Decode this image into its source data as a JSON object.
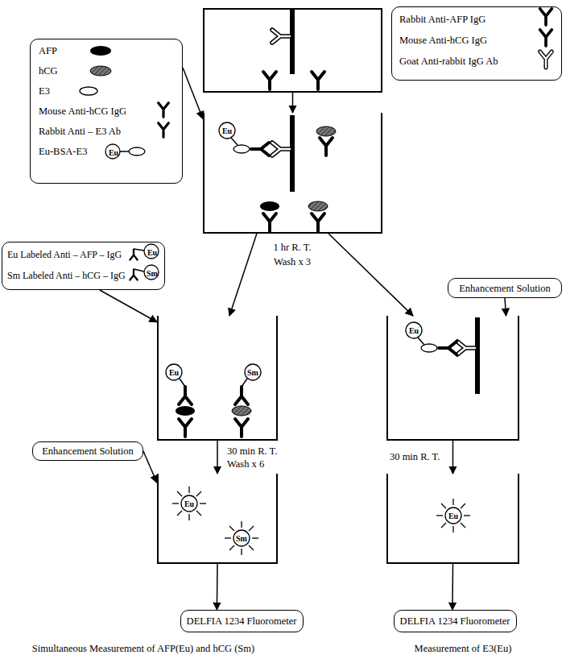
{
  "diagram": {
    "nodes": [
      {
        "text": []
      },
      {
        "text": [
          "Rabbit Anti-AFP IgG",
          "Mouse Anti-hCG IgG",
          "Goat Anti-rabbit IgG Ab"
        ]
      },
      {
        "text": [
          "AFP",
          "hCG",
          "E3",
          "Mouse Anti-hCG IgG",
          "Rabbit Anti – E3 Ab",
          "Eu-BSA-E3",
          "Eu"
        ]
      },
      {
        "text": [
          "Eu"
        ]
      },
      {
        "text": [
          "Eu Labeled Anti – AFP – IgG",
          "Eu",
          "Sm Labeled Anti – hCG – IgG",
          "Sm"
        ]
      },
      {
        "text": [
          "Enhancement Solution"
        ]
      },
      {
        "text": [
          "Eu",
          "Sm"
        ]
      },
      {
        "text": [
          "Eu"
        ]
      },
      {
        "text": [
          "Enhancement Solution"
        ]
      },
      {
        "text": [
          "Eu",
          "Sm"
        ]
      },
      {
        "text": [
          "Eu"
        ]
      },
      {
        "text": [
          "DELFIA 1234 Fluorometer"
        ]
      },
      {
        "text": [
          "DELFIA 1234 Fluorometer"
        ]
      }
    ],
    "edges": [
      {
        "from": 0,
        "to": 3,
        "arrow": "to"
      },
      {
        "from": 2,
        "to": 3,
        "arrow": "to"
      },
      {
        "from": 3,
        "to": 6,
        "arrow": "to"
      },
      {
        "from": 3,
        "to": 7,
        "arrow": "to"
      },
      {
        "from": 4,
        "to": 6,
        "arrow": "to"
      },
      {
        "from": 5,
        "to": 7,
        "arrow": "to"
      },
      {
        "from": 6,
        "to": 9,
        "arrow": "to"
      },
      {
        "from": 8,
        "to": 9,
        "arrow": "to"
      },
      {
        "from": 7,
        "to": 10,
        "arrow": "to"
      },
      {
        "from": 9,
        "to": 11,
        "arrow": "to"
      },
      {
        "from": 10,
        "to": 12,
        "arrow": "to"
      }
    ],
    "labels": [
      "1 hr R. T.",
      "Wash x 3",
      "30 min R. T.",
      "Wash x 6",
      "30 min R. T.",
      "Simultaneous Measurement of AFP(Eu) and hCG (Sm)",
      "Measurement of E3(Eu)"
    ]
  }
}
